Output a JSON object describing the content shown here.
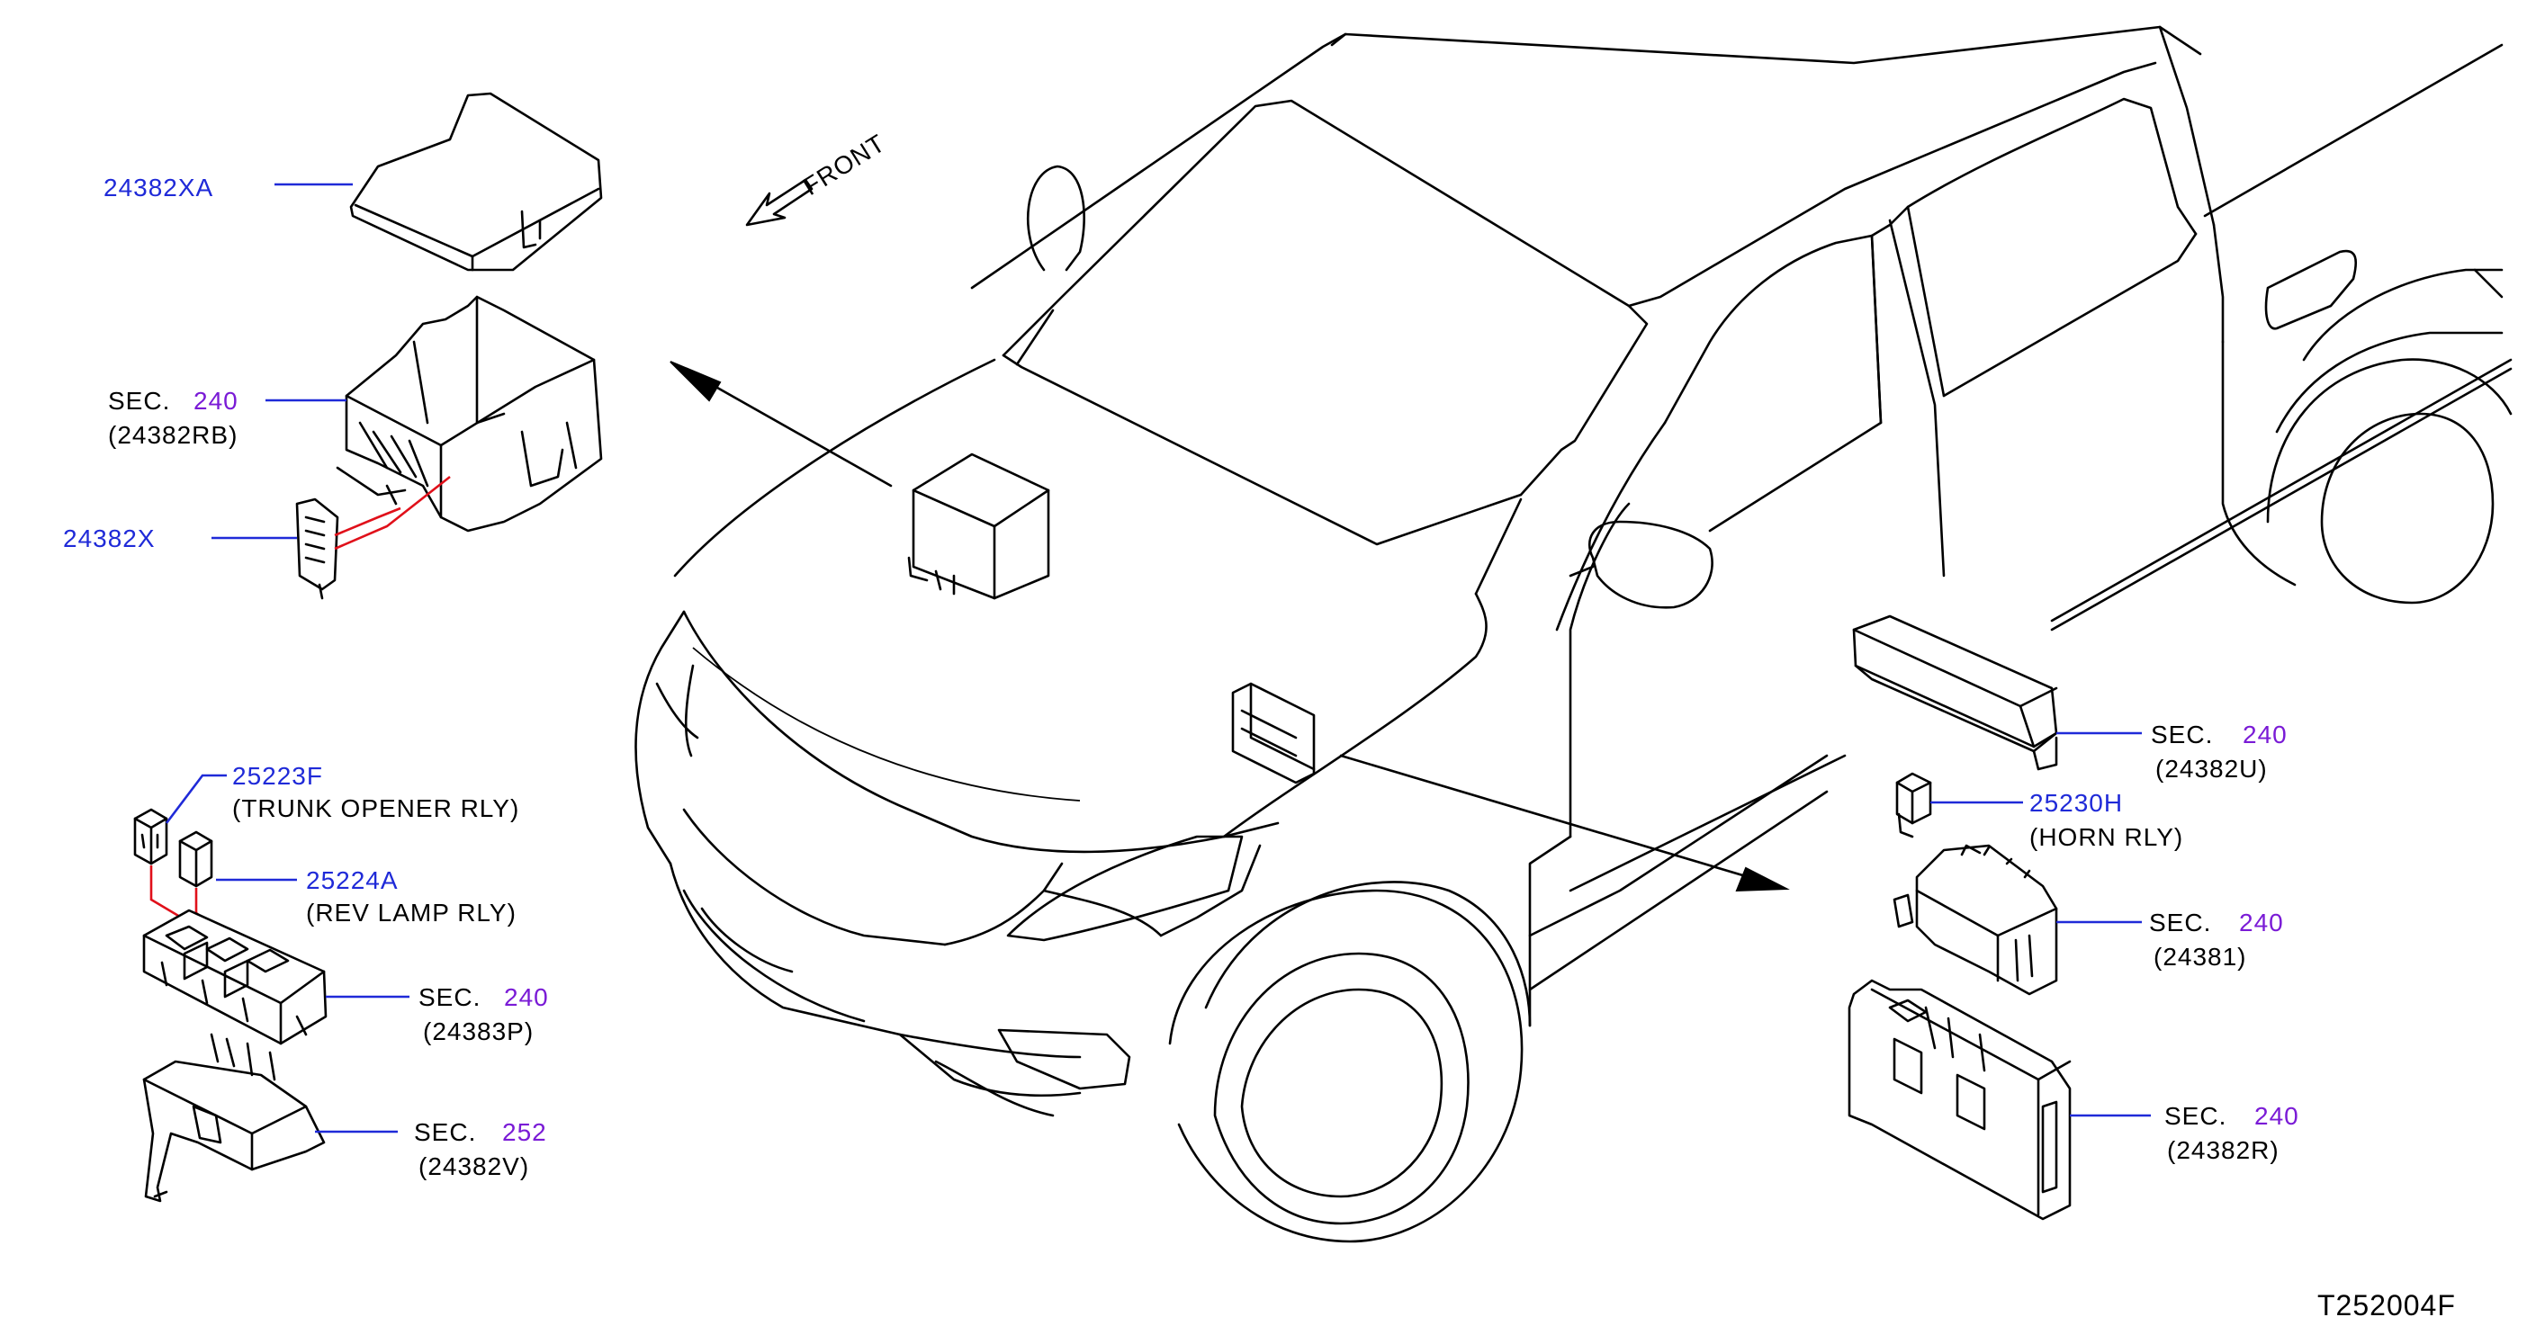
{
  "diagram_id": "T252004F",
  "direction_label": "FRONT",
  "callouts": {
    "top_cover": {
      "part_number": "24382XA"
    },
    "top_box": {
      "sec_prefix": "SEC.",
      "sec_number": "240",
      "ref": "(24382RB)"
    },
    "top_bracket": {
      "part_number": "24382X"
    },
    "trunk_relay": {
      "part_number": "25223F",
      "description": "(TRUNK   OPENER   RLY)"
    },
    "rev_relay": {
      "part_number": "25224A",
      "description": "(REV   LAMP   RLY)"
    },
    "relay_block": {
      "sec_prefix": "SEC.",
      "sec_number": "240",
      "ref": "(24383P)"
    },
    "relay_bracket": {
      "sec_prefix": "SEC.",
      "sec_number": "252",
      "ref": "(24382V)"
    },
    "right_cover": {
      "sec_prefix": "SEC.",
      "sec_number": "240",
      "ref": "(24382U)"
    },
    "horn_relay": {
      "part_number": "25230H",
      "description": "(HORN   RLY)"
    },
    "right_fuse_block": {
      "sec_prefix": "SEC.",
      "sec_number": "240",
      "ref": "(24381)"
    },
    "right_junction": {
      "sec_prefix": "SEC.",
      "sec_number": "240",
      "ref": "(24382R)"
    }
  },
  "colors": {
    "part_number": "#1f2ad8",
    "section": "#7a1bd6",
    "harness": "#e0101a",
    "line": "#000000"
  }
}
